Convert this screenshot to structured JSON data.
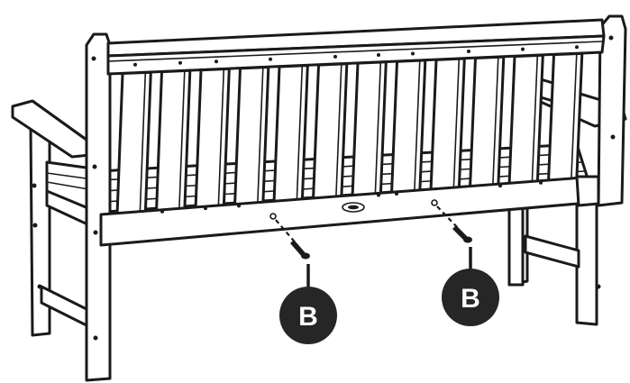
{
  "diagram": {
    "callouts": [
      {
        "id": "left",
        "label": "B"
      },
      {
        "id": "right",
        "label": "B"
      }
    ],
    "colors": {
      "stroke": "#1a1a1a",
      "fill": "#ffffff",
      "callout_fill": "#262626",
      "callout_text": "#ffffff"
    },
    "parts": [
      "bench",
      "backrest-slats",
      "top-rail",
      "seat-apron",
      "left-armrest",
      "right-armrest",
      "legs",
      "screws"
    ]
  }
}
